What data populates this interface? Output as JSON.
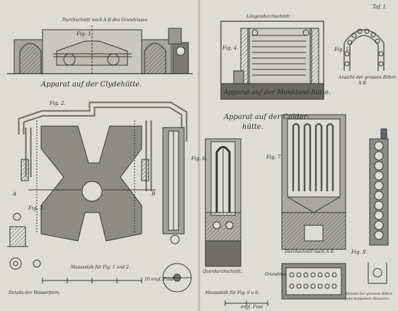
{
  "plate_number": "Taf. I.",
  "labels": {
    "fig1_title": "Durchschnitt nach A B des Grundrisses",
    "fig1": "Fig. 1.",
    "apparat_clyde": "Apparat auf der Clydehütte.",
    "fig2": "Fig. 2.",
    "fig3": "Fig. 3.",
    "fig4": "Fig. 4.",
    "fig4_title": "Längendurchschnitt",
    "apparat_monkland": "Apparat auf der Monkland-hütte.",
    "fig5": "Fig. 5.",
    "fig5_caption_a": "Ansicht der grossen Röhre",
    "fig5_caption_b": "A B.",
    "apparat_calder_a": "Apparat auf der Calder-",
    "apparat_calder_b": "hütte.",
    "fig6": "Fig. 6.",
    "fig7": "Fig. 7.",
    "fig8": "Fig. 8.",
    "querdurchschnitt": "Querdurchschnitt.",
    "durchschnitt_ab": "Durchschnitt nach A B.",
    "grundriss": "Grundriss",
    "massstab_fig12": "Maassstab für Fig. 1 und 2.",
    "massstab_fig6": "Maassstab für Fig. 6 u 8.",
    "details_wasserform": "Details der Wasserform.",
    "details_rohre": "Details der grossen Röhre und doppelten Absatzes.",
    "letter_a": "A",
    "letter_b": "B",
    "scale_units": "10 engl. Fuss",
    "scale_units_b": "engl. Fuss"
  },
  "icons": {
    "plate": "engraved-technical-plate"
  }
}
